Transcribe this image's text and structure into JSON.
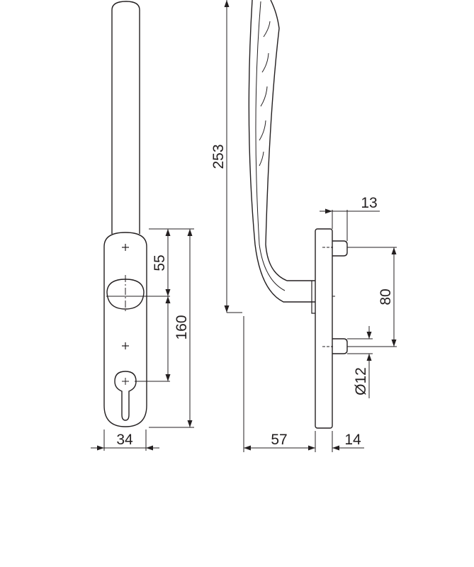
{
  "colors": {
    "line": "#231f20",
    "background": "#ffffff"
  },
  "front_view": {
    "dimensions": {
      "width": "34",
      "upper_spacing": "55",
      "plate_height": "160"
    }
  },
  "side_view": {
    "dimensions": {
      "total_height": "253",
      "projection": "57",
      "plate_thickness": "14",
      "pin_length": "13",
      "pin_spacing": "80",
      "pin_diameter": "Ø12"
    }
  }
}
